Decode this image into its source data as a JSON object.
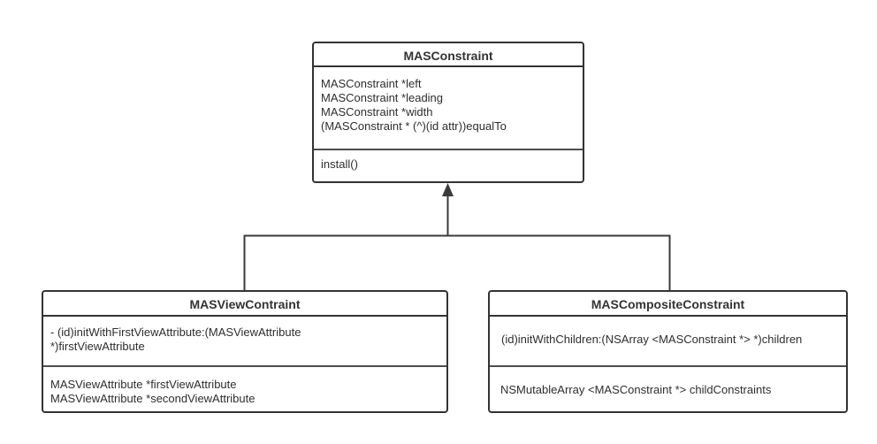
{
  "diagram": {
    "type": "uml-class-diagram",
    "relationship": "inheritance",
    "colors": {
      "background": "#ffffff",
      "box_border": "#333333",
      "separator": "#4d4d4d",
      "text": "#2e2e2e",
      "connector": "#3a3a3a"
    }
  },
  "boxes": {
    "parent": {
      "title": "MASConstraint",
      "attributes": [
        "MASConstraint *left",
        "MASConstraint *leading",
        "MASConstraint *width",
        "(MASConstraint * (^)(id attr))equalTo"
      ],
      "methods": [
        "install()"
      ]
    },
    "left_child": {
      "title": "MASViewContraint",
      "method_lines": [
        "- (id)initWithFirstViewAttribute:(MASViewAttribute",
        "*)firstViewAttribute"
      ],
      "attributes": [
        "MASViewAttribute *firstViewAttribute",
        "MASViewAttribute *secondViewAttribute"
      ]
    },
    "right_child": {
      "title": "MASCompositeConstraint",
      "methods": [
        "(id)initWithChildren:(NSArray <MASConstraint *> *)children"
      ],
      "attributes": [
        "NSMutableArray <MASConstraint *> childConstraints"
      ]
    }
  }
}
